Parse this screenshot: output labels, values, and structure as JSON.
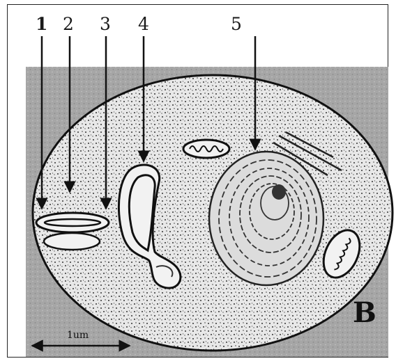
{
  "labels": {
    "l1": "1",
    "l2": "2",
    "l3": "3",
    "l4": "4",
    "l5": "5"
  },
  "panel_letter": "B",
  "scale_bar": {
    "label": "1um"
  },
  "colors": {
    "background_grey": "#a3a3a3",
    "cell_fill": "#e6e6e6",
    "ink": "#111111"
  }
}
